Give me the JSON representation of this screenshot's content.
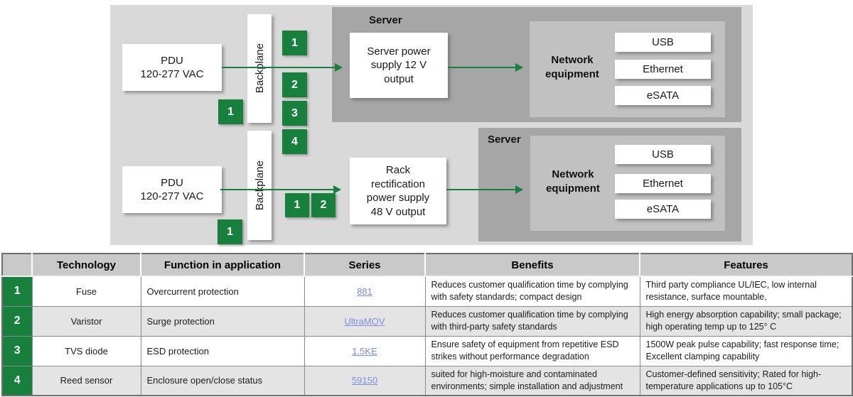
{
  "colors": {
    "accent_green": "#17803d",
    "link_blue": "#7b8de4",
    "panel_gray": "#d9d9d9",
    "server_gray": "#a6a6a6",
    "network_gray": "#c1c1c1",
    "header_gray": "#c9c9c9",
    "alt_row_gray": "#e4e4e4"
  },
  "diagram": {
    "row1": {
      "pdu": "PDU\n120-277 VAC",
      "backplane": "Backplane",
      "server_label": "Server",
      "supply": "Server power\nsupply 12 V\noutput",
      "network_label": "Network\nequipment",
      "ports": [
        "USB",
        "Ethernet",
        "eSATA"
      ],
      "stack_markers": [
        "1",
        "2",
        "3",
        "4"
      ],
      "pdu_marker": "1"
    },
    "row2": {
      "pdu": "PDU\n120-277 VAC",
      "backplane": "Backplane",
      "server_label": "Server",
      "supply": "Rack\nrectification\npower supply\n48 V output",
      "network_label": "Network\nequipment",
      "ports": [
        "USB",
        "Ethernet",
        "eSATA"
      ],
      "line_markers": [
        "1",
        "2"
      ],
      "pdu_marker": "1"
    }
  },
  "table": {
    "headers": [
      "",
      "Technology",
      "Function in application",
      "Series",
      "Benefits",
      "Features"
    ],
    "rows": [
      {
        "num": "1",
        "technology": "Fuse",
        "function": "Overcurrent protection",
        "series": "881",
        "benefits": "Reduces customer qualification time by complying with safety standards; compact design",
        "features": "Third party compliance UL/IEC, low internal resistance, surface mountable,"
      },
      {
        "num": "2",
        "technology": "Varistor",
        "function": "Surge protection",
        "series": "UltraMOV",
        "benefits": "Reduces customer qualification time by complying with third-party safety standards",
        "features": "High energy absorption capability; small package; high operating temp up to 125° C"
      },
      {
        "num": "3",
        "technology": "TVS diode",
        "function": "ESD protection",
        "series": "1.5KE",
        "benefits": "Ensure safety of equipment from repetitive ESD strikes  without performance degradation",
        "features": "1500W peak pulse capability; fast response time; Excellent clamping capability"
      },
      {
        "num": "4",
        "technology": "Reed sensor",
        "function": "Enclosure open/close status",
        "series": "59150",
        "benefits": "suited for high-moisture and contaminated environments; simple installation and adjustment",
        "features": "Customer-defined sensitivity; Rated for high-temperature applications up to 105°C"
      }
    ]
  }
}
